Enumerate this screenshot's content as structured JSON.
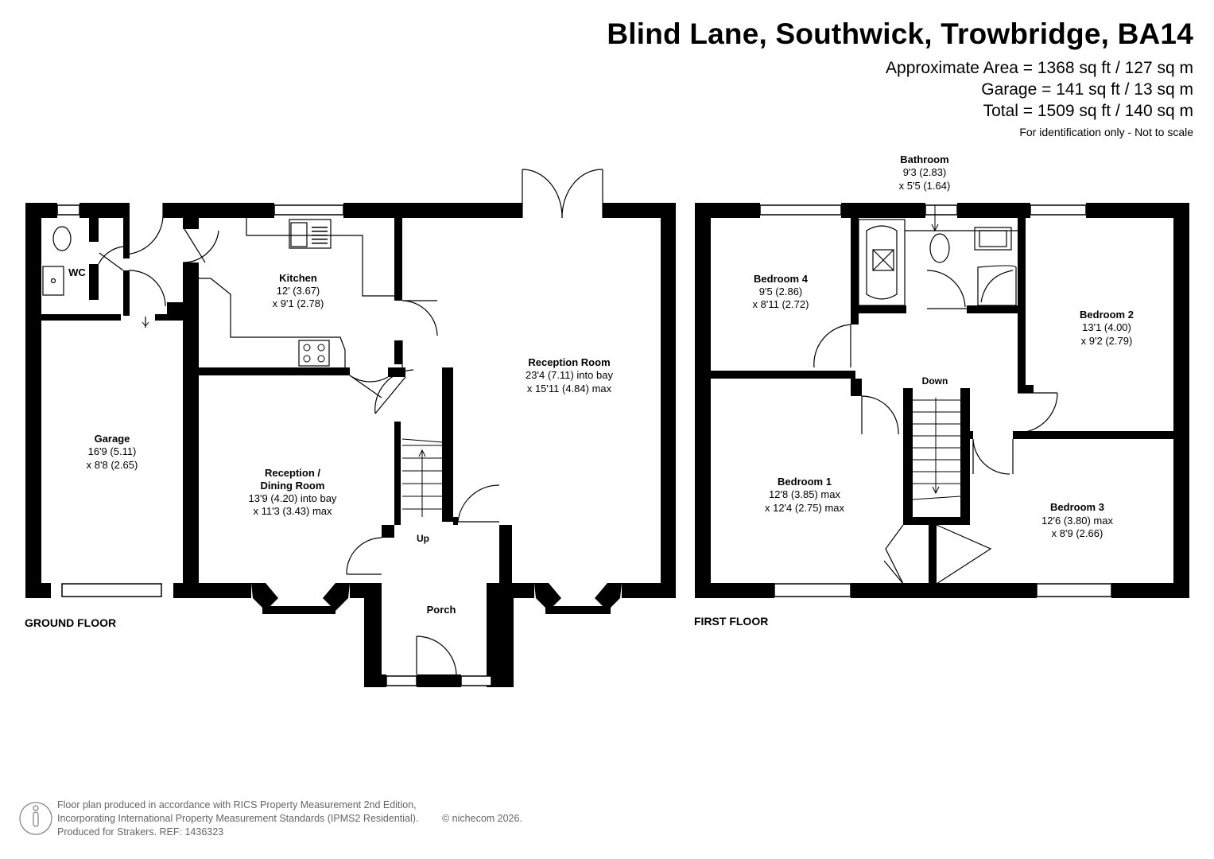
{
  "header": {
    "title": "Blind Lane, Southwick, Trowbridge, BA14",
    "approx_area": "Approximate Area = 1368 sq ft / 127 sq m",
    "garage_area": "Garage = 141 sq ft / 13 sq m",
    "total_area": "Total = 1509 sq ft / 140 sq m",
    "note": "For identification only - Not to scale"
  },
  "ground_floor": {
    "label": "GROUND FLOOR",
    "rooms": {
      "wc": {
        "name": "WC"
      },
      "kitchen": {
        "name": "Kitchen",
        "dim1": "12' (3.67)",
        "dim2": "x 9'1 (2.78)"
      },
      "garage": {
        "name": "Garage",
        "dim1": "16'9 (5.11)",
        "dim2": "x 8'8 (2.65)"
      },
      "reception_dining": {
        "name1": "Reception /",
        "name2": "Dining Room",
        "dim1": "13'9 (4.20) into bay",
        "dim2": "x 11'3 (3.43) max"
      },
      "reception_room": {
        "name": "Reception Room",
        "dim1": "23'4 (7.11) into bay",
        "dim2": "x 15'11 (4.84) max"
      },
      "porch": {
        "name": "Porch"
      }
    },
    "stairs_label": "Up"
  },
  "first_floor": {
    "label": "FIRST FLOOR",
    "rooms": {
      "bathroom": {
        "name": "Bathroom",
        "dim1": "9'3 (2.83)",
        "dim2": "x 5'5 (1.64)"
      },
      "bedroom4": {
        "name": "Bedroom 4",
        "dim1": "9'5 (2.86)",
        "dim2": "x 8'11 (2.72)"
      },
      "bedroom2": {
        "name": "Bedroom 2",
        "dim1": "13'1 (4.00)",
        "dim2": "x 9'2 (2.79)"
      },
      "bedroom1": {
        "name": "Bedroom 1",
        "dim1": "12'8 (3.85) max",
        "dim2": "x 12'4 (2.75) max"
      },
      "bedroom3": {
        "name": "Bedroom 3",
        "dim1": "12'6 (3.80) max",
        "dim2": "x 8'9 (2.66)"
      }
    },
    "stairs_label": "Down"
  },
  "footer": {
    "line1": "Floor plan produced in accordance with RICS Property Measurement 2nd Edition,",
    "line2": "Incorporating International Property Measurement Standards (IPMS2 Residential).",
    "line3": "Produced for Strakers.   REF: 1436323",
    "copyright": "© nichecom 2026."
  },
  "colors": {
    "wall": "#000000",
    "fixture": "#222222",
    "footer_text": "#666666"
  }
}
